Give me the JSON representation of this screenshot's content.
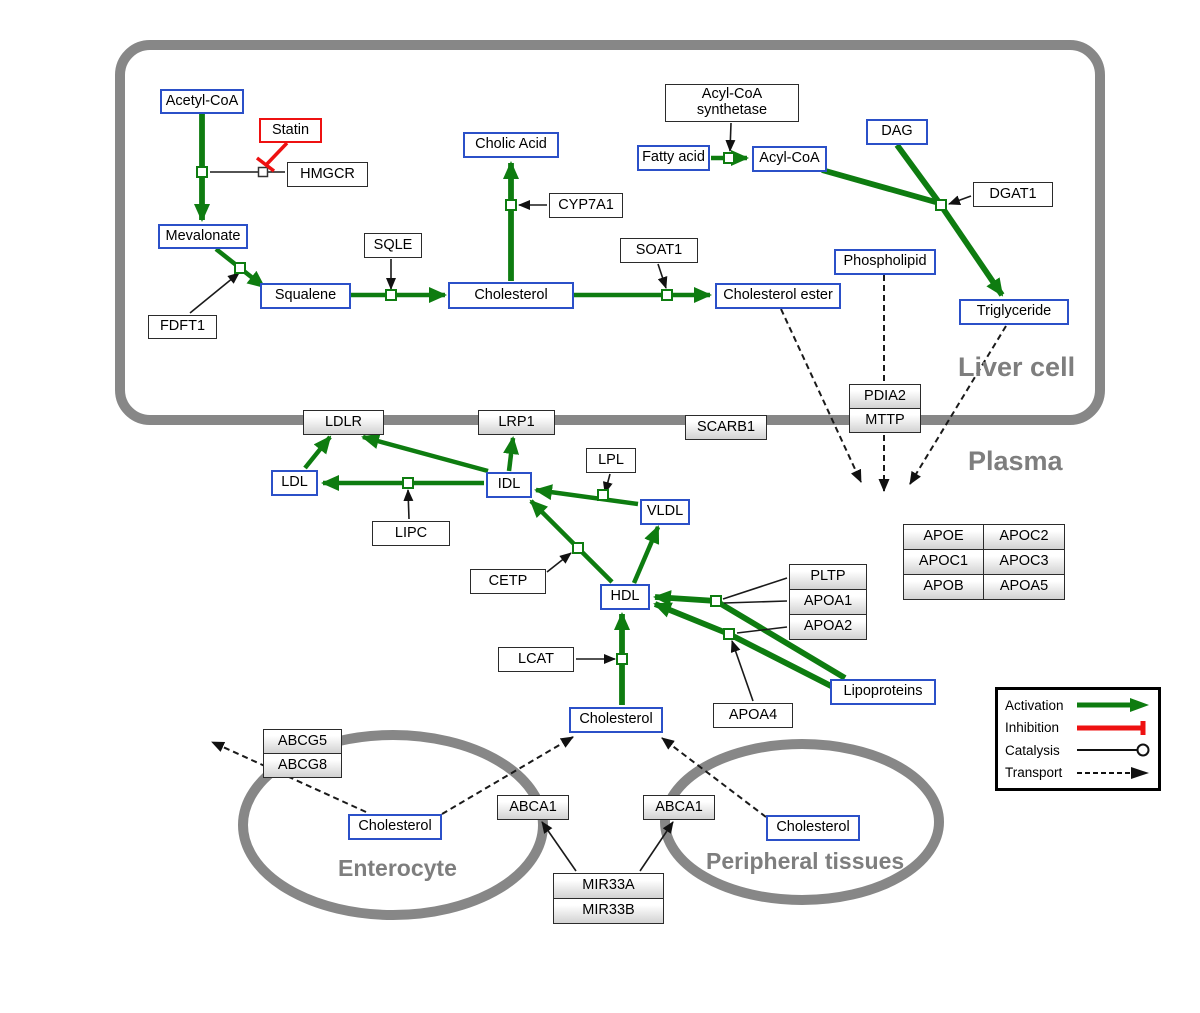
{
  "compartments": {
    "liver": "Liver cell",
    "plasma": "Plasma",
    "enterocyte": "Enterocyte",
    "peripheral": "Peripheral tissues"
  },
  "nodes": {
    "acetyl_coa": "Acetyl-CoA",
    "statin": "Statin",
    "hmgcr": "HMGCR",
    "mevalonate": "Mevalonate",
    "fdft1": "FDFT1",
    "squalene": "Squalene",
    "sqle": "SQLE",
    "cholesterol_liver": "Cholesterol",
    "cholic_acid": "Cholic Acid",
    "cyp7a1": "CYP7A1",
    "soat1": "SOAT1",
    "cholesterol_ester": "Cholesterol ester",
    "fatty_acid": "Fatty acid",
    "acyl_coa_synthetase": "Acyl-CoA synthetase",
    "acyl_coa": "Acyl-CoA",
    "dag": "DAG",
    "dgat1": "DGAT1",
    "phospholipid": "Phospholipid",
    "triglyceride": "Triglyceride",
    "ldlr": "LDLR",
    "lrp1": "LRP1",
    "scarb1": "SCARB1",
    "pdia2": "PDIA2",
    "mttp": "MTTP",
    "ldl": "LDL",
    "idl": "IDL",
    "vldl": "VLDL",
    "hdl": "HDL",
    "lipc": "LIPC",
    "lpl": "LPL",
    "cetp": "CETP",
    "lcat": "LCAT",
    "cholesterol_plasma": "Cholesterol",
    "pltp": "PLTP",
    "apoa1": "APOA1",
    "apoa2": "APOA2",
    "apoa4": "APOA4",
    "lipoproteins": "Lipoproteins",
    "apoe": "APOE",
    "apoc2": "APOC2",
    "apoc1": "APOC1",
    "apoc3": "APOC3",
    "apob": "APOB",
    "apoa5": "APOA5",
    "abcg5": "ABCG5",
    "abcg8": "ABCG8",
    "cholesterol_enterocyte": "Cholesterol",
    "cholesterol_peripheral": "Cholesterol",
    "abca1_left": "ABCA1",
    "abca1_right": "ABCA1",
    "mir33a": "MIR33A",
    "mir33b": "MIR33B"
  },
  "legend": {
    "activation": "Activation",
    "inhibition": "Inhibition",
    "catalysis": "Catalysis",
    "transport": "Transport"
  },
  "colors": {
    "activation_green": "#0e7c10",
    "inhibition_red": "#ee1111",
    "metabolite_blue": "#2b50c8",
    "compartment_gray": "#878787"
  }
}
